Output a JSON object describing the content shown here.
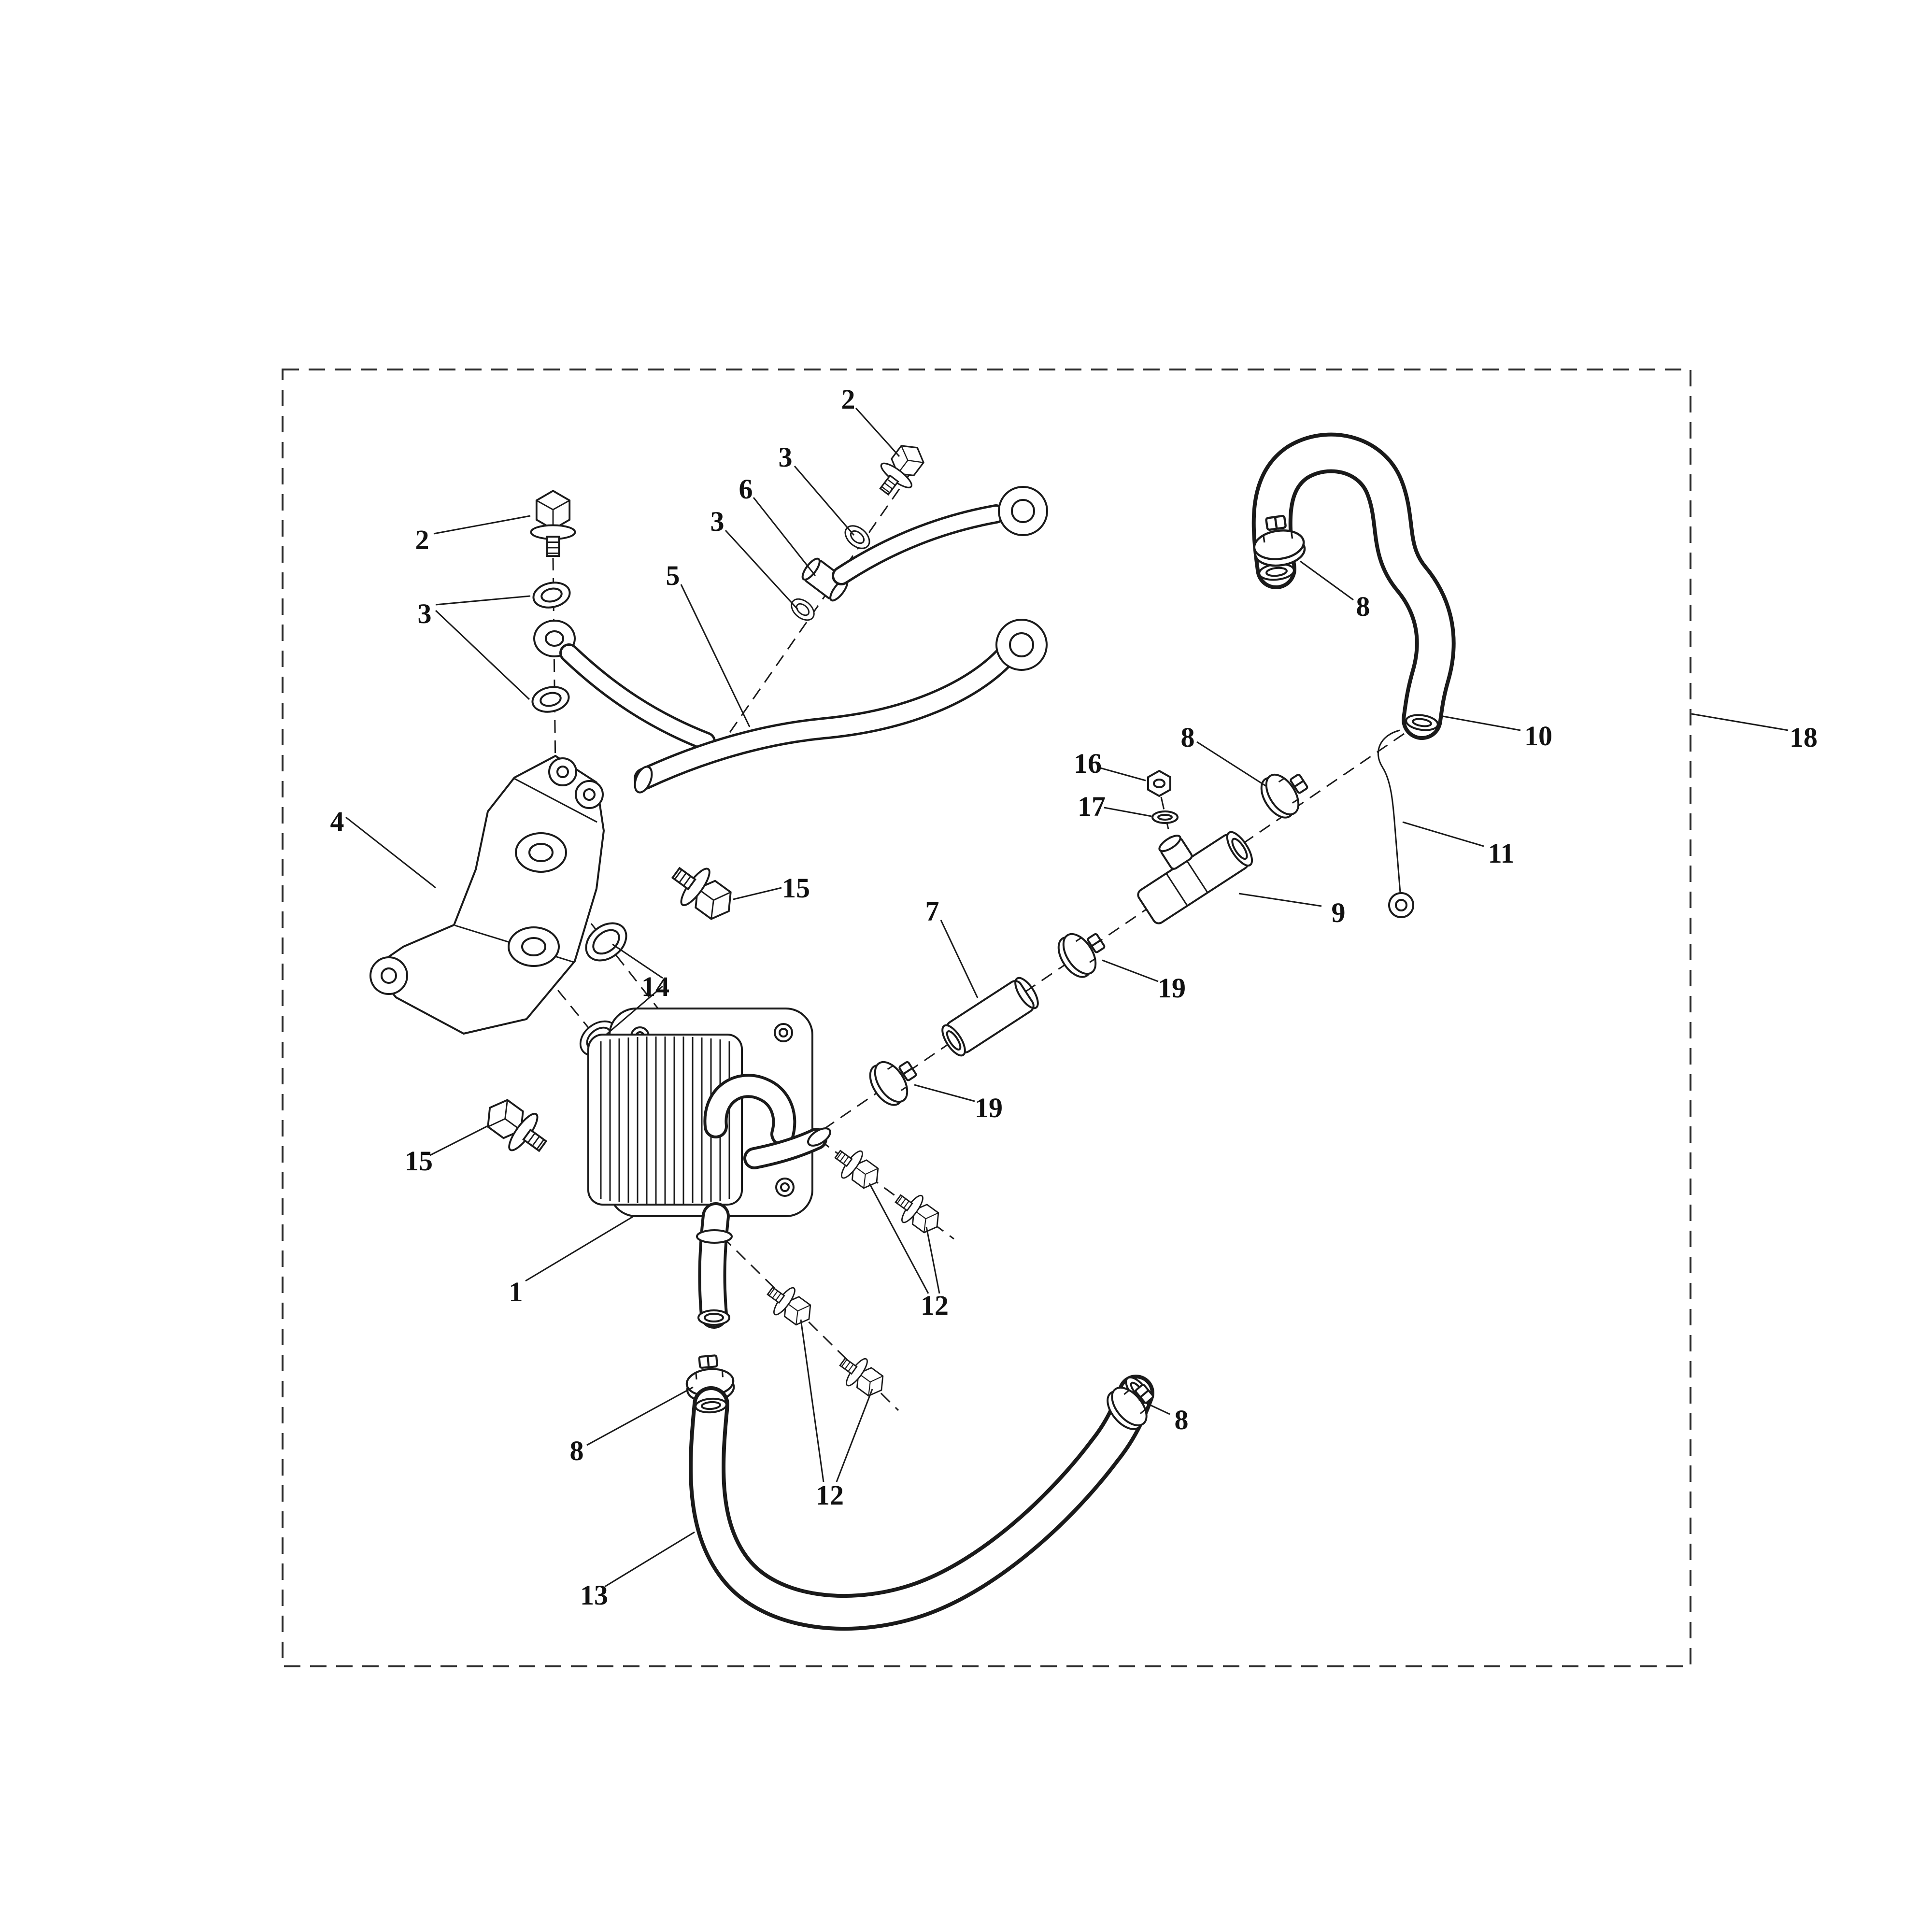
{
  "colors": {
    "line": "#1a1a1a",
    "background": "#ffffff",
    "text": "#111111"
  },
  "callouts": [
    {
      "label": "2"
    },
    {
      "label": "3"
    },
    {
      "label": "6"
    },
    {
      "label": "3"
    },
    {
      "label": "5"
    },
    {
      "label": "2"
    },
    {
      "label": "3"
    },
    {
      "label": "4"
    },
    {
      "label": "15"
    },
    {
      "label": "14"
    },
    {
      "label": "16"
    },
    {
      "label": "17"
    },
    {
      "label": "8"
    },
    {
      "label": "8"
    },
    {
      "label": "10"
    },
    {
      "label": "11"
    },
    {
      "label": "9"
    },
    {
      "label": "7"
    },
    {
      "label": "19"
    },
    {
      "label": "19"
    },
    {
      "label": "12"
    },
    {
      "label": "1"
    },
    {
      "label": "15"
    },
    {
      "label": "8"
    },
    {
      "label": "12"
    },
    {
      "label": "8"
    },
    {
      "label": "13"
    },
    {
      "label": "18"
    }
  ]
}
